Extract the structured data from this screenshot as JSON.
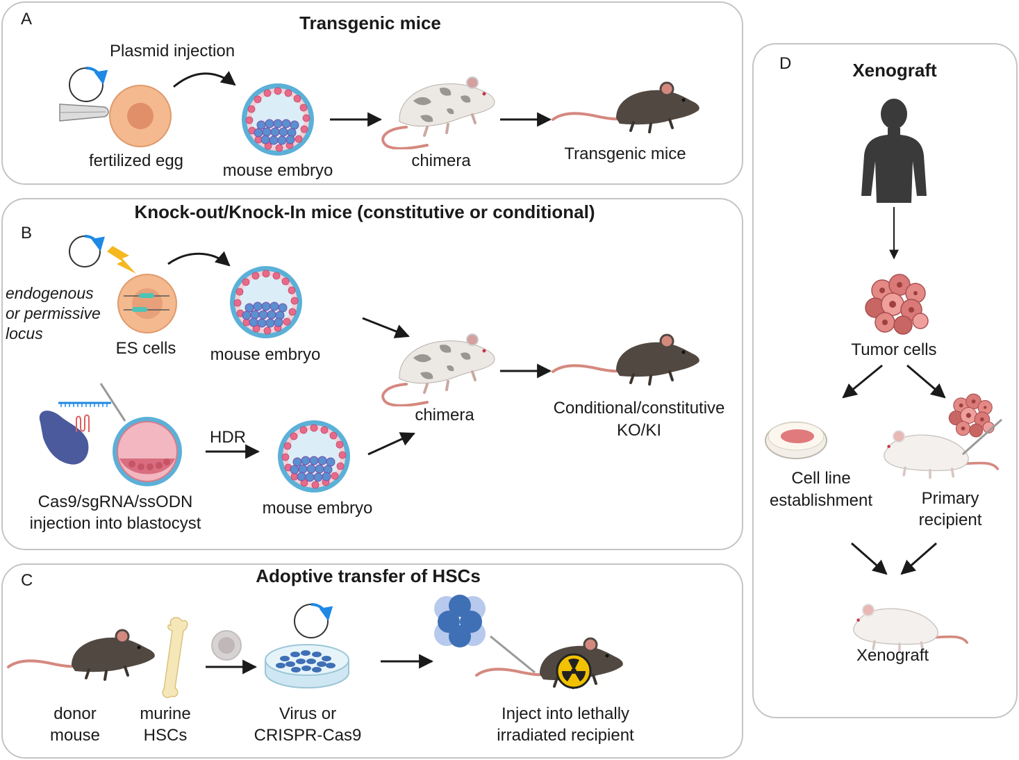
{
  "panel_a": {
    "letter": "A",
    "title": "Transgenic mice",
    "plasmid_label": "Plasmid injection",
    "egg_label": "fertilized egg",
    "embryo_label": "mouse embryo",
    "chimera_label": "chimera",
    "result_label": "Transgenic mice"
  },
  "panel_b": {
    "letter": "B",
    "title": "Knock-out/Knock-In mice (constitutive or conditional)",
    "locus_lines": [
      "endogenous",
      "or permissive",
      "locus"
    ],
    "es_label": "ES cells",
    "embryo_label_top": "mouse embryo",
    "cas9_lines": [
      "Cas9/sgRNA/ssODN",
      "injection into blastocyst"
    ],
    "hdr_label": "HDR",
    "embryo_label_bottom": "mouse embryo",
    "chimera_label": "chimera",
    "result_lines": [
      "Conditional/constitutive",
      "KO/KI"
    ]
  },
  "panel_c": {
    "letter": "C",
    "title": "Adoptive transfer of HSCs",
    "donor_lines": [
      "donor",
      "mouse"
    ],
    "hsc_lines": [
      "murine",
      "HSCs"
    ],
    "virus_lines": [
      "Virus or",
      "CRISPR-Cas9"
    ],
    "inject_lines": [
      "Inject into lethally",
      "irradiated recipient"
    ]
  },
  "panel_d": {
    "letter": "D",
    "title": "Xenograft",
    "tumor_label": "Tumor cells",
    "cellline_lines": [
      "Cell line",
      "establishment"
    ],
    "primary_lines": [
      "Primary",
      "recipient"
    ],
    "xeno_label": "Xenograft"
  },
  "colors": {
    "border": "#c4c4c4",
    "egg": "#f4b98e",
    "embryo_ring": "#5bb0d8",
    "embryo_cells": "#e86a8a",
    "icm": "#5a8fd0",
    "black_mouse": "#514842",
    "mouse_tail": "#d4897f",
    "plasmid_arrow": "#1e88e5",
    "lightning": "#f5b820",
    "human_silhouette": "#3a3a3a",
    "tumor": "#d97a78",
    "hsc": "#3f6fb5",
    "radiation": "#f2c200"
  }
}
